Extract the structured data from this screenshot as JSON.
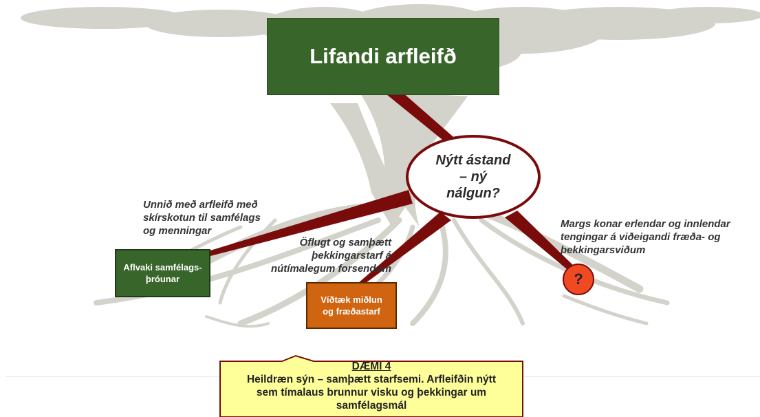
{
  "title": "Lifandi arfleifð",
  "center": "Nýtt ástand\n– ný\nnálgun?",
  "notes": {
    "left": "Unnið með arfleifð með\nskírskotun til samfélags\nog menningar",
    "middle": "Öflugt og samþætt\nþekkingarstarf á\nnútímalegum forsendum",
    "right": "Margs konar erlendar og innlendar\ntengingar á viðeigandi fræða- og\nþekkingarsviðum"
  },
  "boxes": {
    "green": "Aflvaki samfélags-\nþróunar",
    "orange": "Víðtæk miðlun\nog fræðastarf"
  },
  "question": "?",
  "example": {
    "heading": "DÆMI 4",
    "body": "Heildræn sýn – samþætt starfsemi.  Arfleifðin nýtt\nsem tímalaus brunnur visku og þekkingar um\nsamfélagsmál"
  },
  "colors": {
    "green": "#38662a",
    "dark_red": "#7a0b0b",
    "orange": "#d06410",
    "question_red": "#f04a23",
    "callout_yellow": "#ffff99",
    "tree_grey": "#d3d3cb"
  }
}
